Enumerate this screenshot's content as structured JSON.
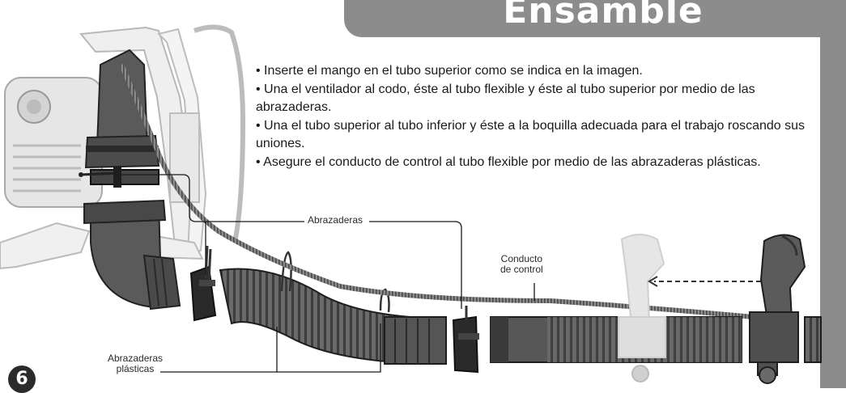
{
  "header": {
    "title": "Ensamble"
  },
  "instructions": [
    "• Inserte el mango en el tubo superior como se indica en la imagen.",
    "• Una el ventilador al codo, éste al tubo flexible y éste al tubo superior por medio de las abrazaderas.",
    "• Una el tubo superior al tubo inferior y éste a la boquilla adecuada para el trabajo roscando sus uniones.",
    "• Asegure el conducto de control al tubo flexible por medio de las abrazaderas plásticas."
  ],
  "callouts": {
    "clamps": "Abrazaderas",
    "control_duct_line1": "Conducto",
    "control_duct_line2": "de control",
    "plastic_clamps_line1": "Abrazaderas",
    "plastic_clamps_line2": "plásticas"
  },
  "step_number": "6",
  "colors": {
    "accent_gray": "#8c8c8c",
    "part_dark": "#4a4a4a",
    "line": "#1a1a1a"
  },
  "illustration": {
    "icons": [
      "blower-backpack-frame",
      "engine-unit",
      "elbow-pipe",
      "metal-clamp",
      "flexible-hose",
      "control-cable",
      "upper-tube",
      "lower-tube",
      "control-handle",
      "insert-direction-arrow"
    ]
  }
}
